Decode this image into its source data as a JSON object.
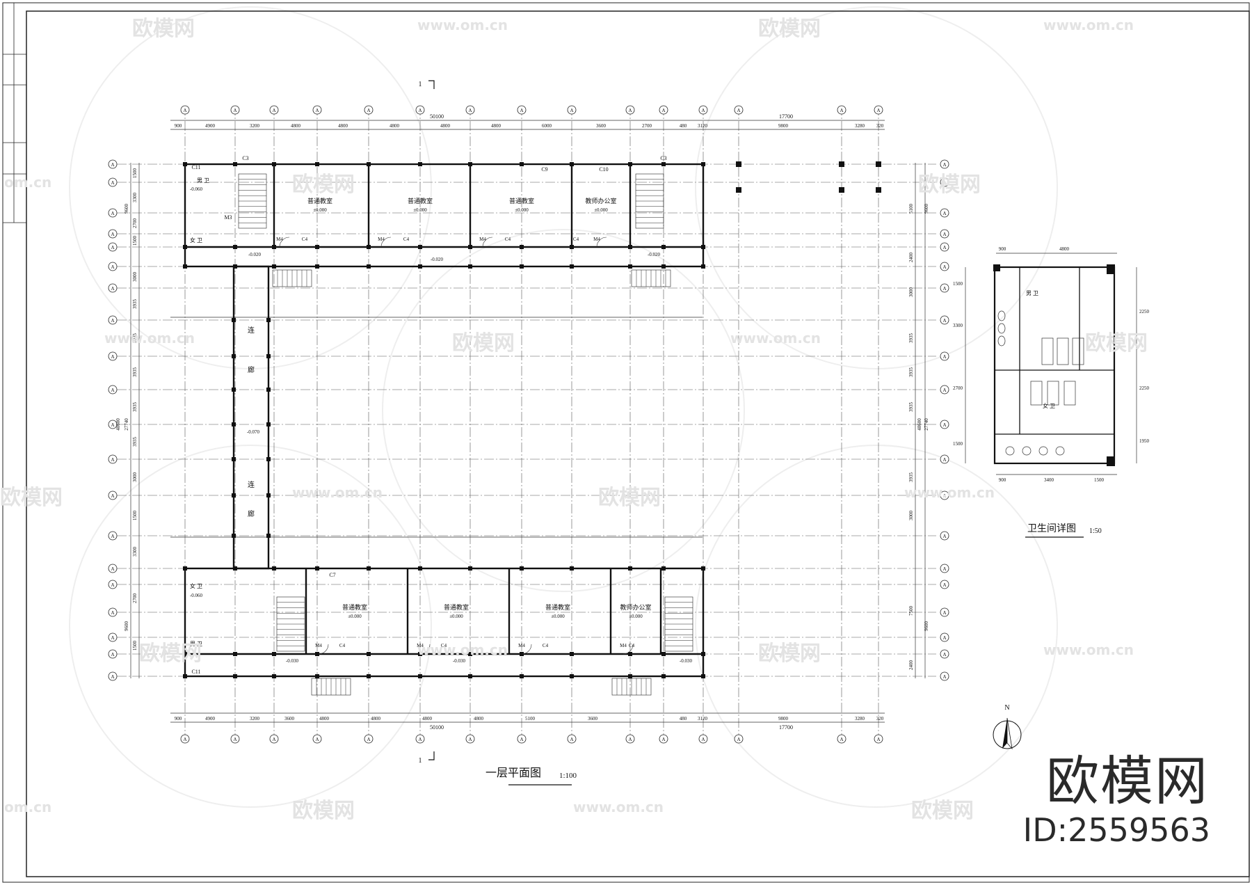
{
  "plan": {
    "title": "一层平面图",
    "scale": "1:100",
    "section_mark": "1",
    "overall_dim": "50100",
    "right_dim": "17700",
    "rooms_north": [
      "普通教室",
      "普通教室",
      "普通教室",
      "教师办公室"
    ],
    "rooms_south": [
      "普通教室",
      "普通教室",
      "普通教室",
      "教师办公室"
    ],
    "corridor": [
      "连",
      "廊"
    ],
    "toilets": [
      "男 卫",
      "女 卫",
      "女 卫",
      "男 卫"
    ],
    "levels": [
      "±0.000",
      "-0.020",
      "-0.030",
      "-0.070",
      "-0.060"
    ],
    "dims_top": [
      "900",
      "4900",
      "3200",
      "4800",
      "4800",
      "4800",
      "4800",
      "4800",
      "6000",
      "3600",
      "2700",
      "480",
      "3120",
      "9800",
      "3280",
      "320"
    ],
    "dims_bottom": [
      "900",
      "4900",
      "3200",
      "3600",
      "4800",
      "4800",
      "4800",
      "4800",
      "5100",
      "3600",
      "480",
      "3120",
      "9800",
      "3280",
      "320"
    ],
    "dims_left": [
      "1500",
      "3300",
      "2700",
      "1500",
      "3000",
      "3935",
      "3935",
      "3935",
      "3935",
      "3935",
      "3000",
      "1500",
      "3300",
      "2700",
      "1500"
    ],
    "dims_left_total": [
      "9600",
      "48600",
      "27740",
      "9600"
    ],
    "dims_right": [
      "5100",
      "2400",
      "3000",
      "3935",
      "3935",
      "3935",
      "3935",
      "3000",
      "7500",
      "2400"
    ],
    "dims_right_total": [
      "9600",
      "48600",
      "27740",
      "9600"
    ],
    "labels": [
      "C3",
      "C4",
      "C7",
      "C9",
      "C10",
      "C11",
      "M3",
      "M4"
    ],
    "grid_letter": "A",
    "north": "N"
  },
  "detail": {
    "title": "卫生间详图",
    "scale": "1:50",
    "dims_top": [
      "900",
      "4800"
    ],
    "dims_bottom": [
      "900",
      "3400",
      "1500"
    ],
    "dims_left": [
      "1500",
      "3300",
      "2700",
      "1500"
    ],
    "dims_right": [
      "2250",
      "2250",
      "1950"
    ],
    "rooms": [
      "男 卫",
      "女 卫"
    ]
  },
  "watermark": {
    "brand": "欧模网",
    "id": "ID:2559563",
    "url": "www.om.cn",
    "url_short": "om.cn"
  }
}
